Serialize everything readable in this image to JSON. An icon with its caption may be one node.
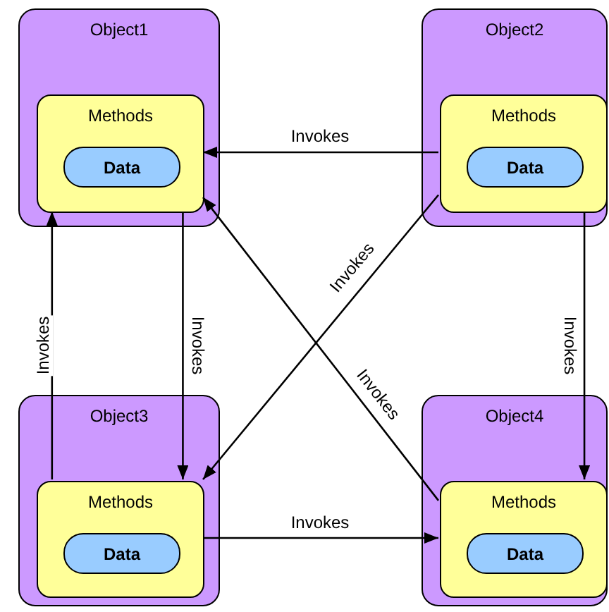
{
  "diagram": {
    "nodes": [
      {
        "text": [
          "Object1"
        ]
      },
      {
        "text": [
          "Methods"
        ],
        "in": 0
      },
      {
        "text": [
          "Data"
        ],
        "in": 1
      },
      {
        "text": [
          "Object2"
        ]
      },
      {
        "text": [
          "Methods"
        ],
        "in": 3
      },
      {
        "text": [
          "Data"
        ],
        "in": 4
      },
      {
        "text": [
          "Object3"
        ]
      },
      {
        "text": [
          "Methods"
        ],
        "in": 6
      },
      {
        "text": [
          "Data"
        ],
        "in": 7
      },
      {
        "text": [
          "Object4"
        ]
      },
      {
        "text": [
          "Methods"
        ],
        "in": 9
      },
      {
        "text": [
          "Data"
        ],
        "in": 10
      }
    ],
    "edges": [
      {
        "from": 4,
        "to": 1,
        "arrow": "to",
        "label": "Invokes"
      },
      {
        "from": 4,
        "to": 7,
        "arrow": "to",
        "label": "Invokes"
      },
      {
        "from": 10,
        "to": 1,
        "arrow": "to",
        "label": "Invokes"
      },
      {
        "from": 7,
        "to": 1,
        "arrow": "to",
        "label": "Invokes"
      },
      {
        "from": 1,
        "to": 7,
        "arrow": "to",
        "label": "Invokes"
      },
      {
        "from": 4,
        "to": 10,
        "arrow": "to",
        "label": "Invokes"
      },
      {
        "from": 7,
        "to": 10,
        "arrow": "to",
        "label": "Invokes"
      }
    ]
  }
}
